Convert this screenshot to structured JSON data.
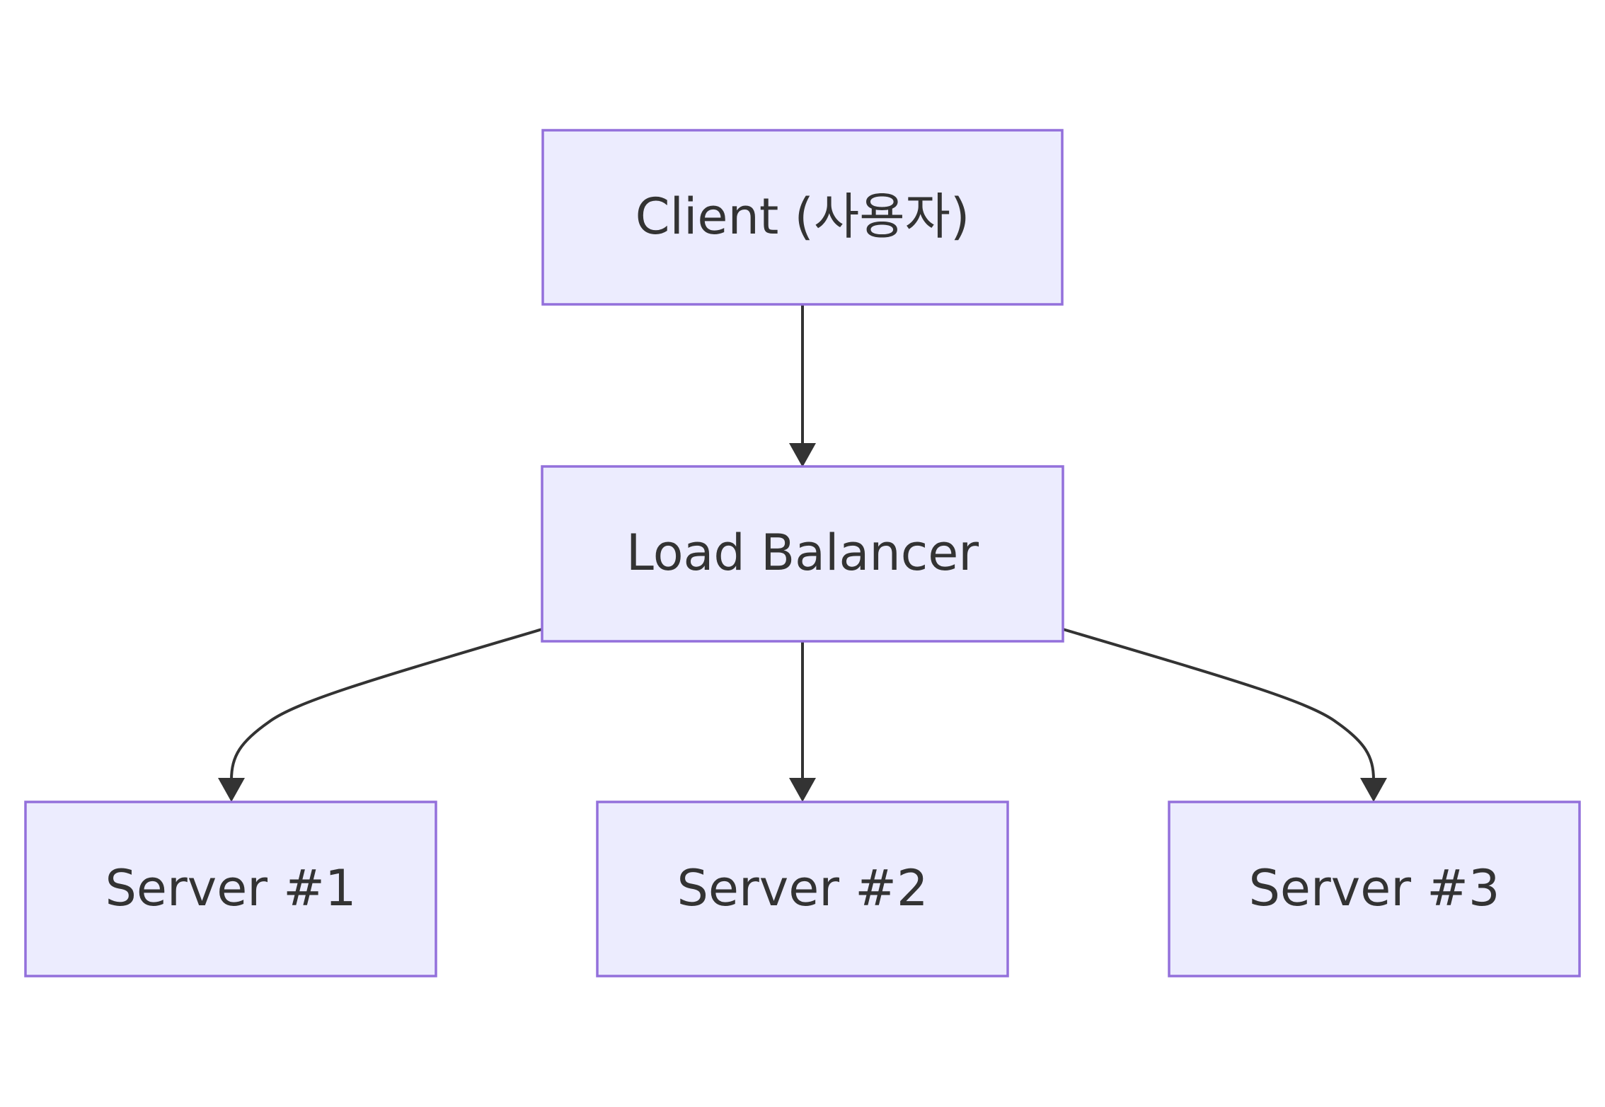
{
  "diagram": {
    "type": "flowchart",
    "direction": "top-down",
    "colors": {
      "node_fill": "#ececfe",
      "node_border": "#9370db",
      "edge": "#333333",
      "text": "#333333",
      "background": "#ffffff"
    },
    "nodes": {
      "client": {
        "label": "Client (사용자)"
      },
      "load_balancer": {
        "label": "Load Balancer"
      },
      "server1": {
        "label": "Server #1"
      },
      "server2": {
        "label": "Server #2"
      },
      "server3": {
        "label": "Server #3"
      }
    },
    "edges": [
      {
        "from": "client",
        "to": "load_balancer"
      },
      {
        "from": "load_balancer",
        "to": "server1"
      },
      {
        "from": "load_balancer",
        "to": "server2"
      },
      {
        "from": "load_balancer",
        "to": "server3"
      }
    ]
  }
}
